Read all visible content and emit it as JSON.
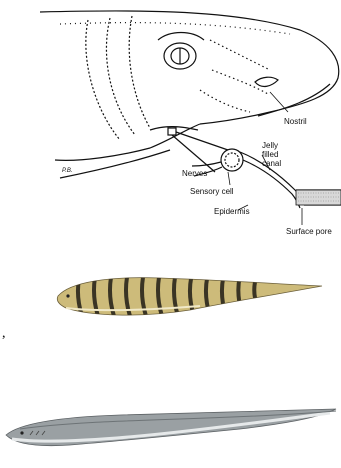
{
  "diagram": {
    "labels": {
      "nostril": "Nostril",
      "jelly_line1": "Jelly",
      "jelly_line2": "filled",
      "jelly_line3": "canal",
      "nerves": "Nerves",
      "sensory_cell": "Sensory cell",
      "epidermis": "Epidermis",
      "surface_pore": "Surface pore",
      "artist_initials": "P.B."
    }
  },
  "separator_text": ",",
  "colors": {
    "ink": "#111111",
    "zebra_body": "#cdbb7a",
    "zebra_stripe": "#3a3424",
    "eel_body": "#9aa0a3",
    "eel_belly": "#e6e9ea"
  }
}
